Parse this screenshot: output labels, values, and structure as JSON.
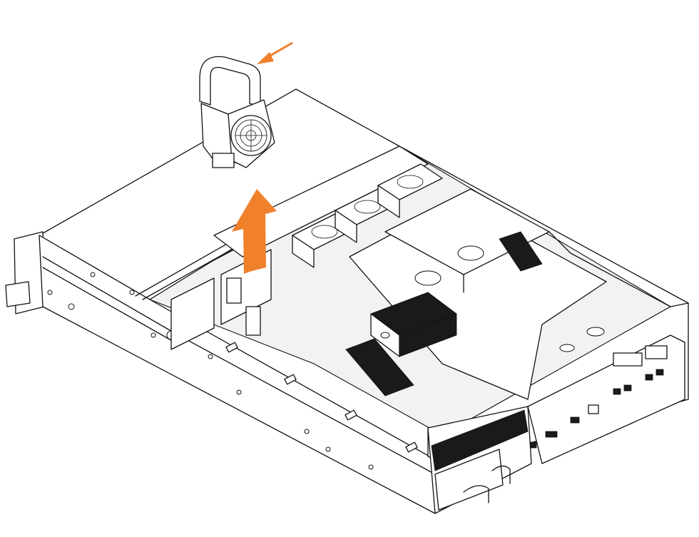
{
  "diagram": {
    "description_kind": "technical-line-drawing",
    "subject_parts": [
      "server-chassis",
      "fan-module",
      "fan-bay",
      "heatsink",
      "air-duct",
      "rear-io-panel",
      "power-supply"
    ],
    "callouts": {
      "removal_arrow_direction": "up",
      "pointer_arrow_target": "fan-module-handle"
    },
    "colors": {
      "accent_orange": "#F0802A",
      "line": "#111111",
      "background": "#FFFFFF"
    }
  }
}
